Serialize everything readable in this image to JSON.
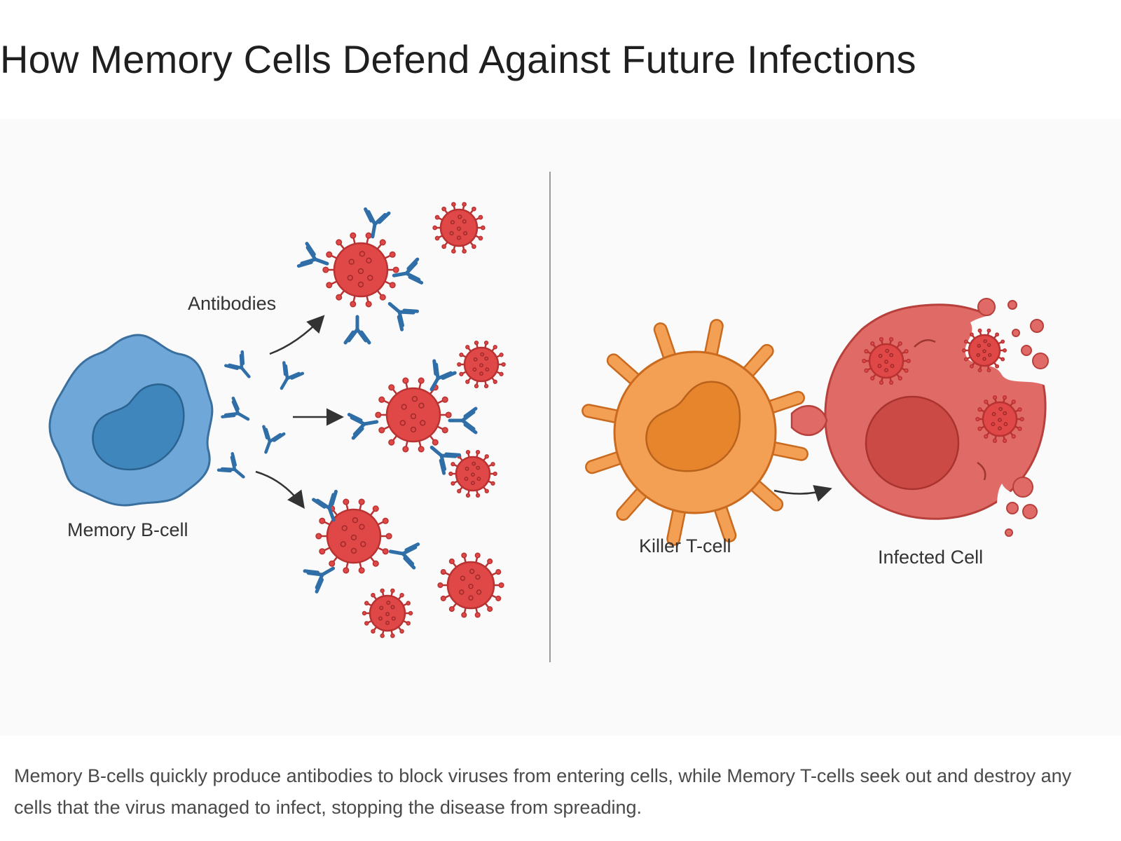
{
  "title": "How Memory Cells Defend Against Future Infections",
  "diagram": {
    "labels": {
      "antibodies": "Antibodies",
      "memory_b_cell": "Memory B-cell",
      "killer_t_cell": "Killer T-cell",
      "infected_cell": "Infected Cell"
    },
    "colors": {
      "b_cell": "#6fa8d8",
      "b_cell_nucleus": "#3f86bd",
      "antibody": "#2f6ea6",
      "virus": "#e04848",
      "t_cell": "#f3a055",
      "t_cell_nucleus": "#e6852c",
      "infected_cell": "#e06b66",
      "infected_nucleus": "#cc4a46"
    }
  },
  "caption": "Memory B-cells quickly produce antibodies to block viruses from entering cells, while Memory T-cells seek out and destroy any cells that the virus managed to infect, stopping the disease from spreading."
}
